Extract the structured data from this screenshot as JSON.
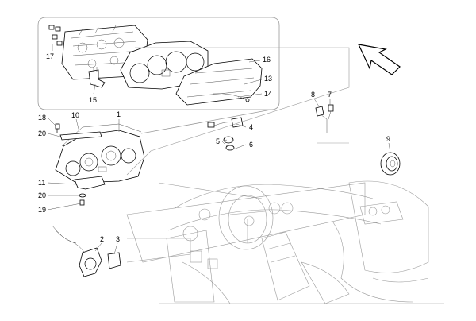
{
  "callouts": [
    "1",
    "2",
    "3",
    "4",
    "5",
    "6",
    "7",
    "8",
    "9",
    "10",
    "11",
    "13",
    "14",
    "15",
    "16",
    "17",
    "18",
    "19",
    "20",
    "20"
  ]
}
